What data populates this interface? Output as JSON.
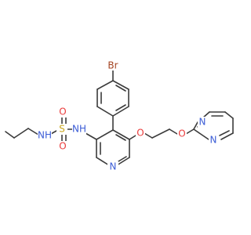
{
  "colors": {
    "bond": "#3b3b3b",
    "nitrogen": "#3c5dd6",
    "oxygen": "#ea3b3b",
    "sulfur": "#c9a61a",
    "bromine": "#a44422",
    "background": "#ffffff"
  },
  "atoms": {
    "bromine": "Br",
    "nh_sulfonamide": "NH",
    "sulfur": "S",
    "oxygen_upper": "O",
    "oxygen_lower": "O",
    "nh_propyl": "NH",
    "pyrimidine_n1": "N",
    "pyrimidine_n3": "N",
    "ether_oxygen_1": "O",
    "ether_oxygen_2": "O",
    "pyrimidine2_n1": "N",
    "pyrimidine2_n3": "N"
  }
}
